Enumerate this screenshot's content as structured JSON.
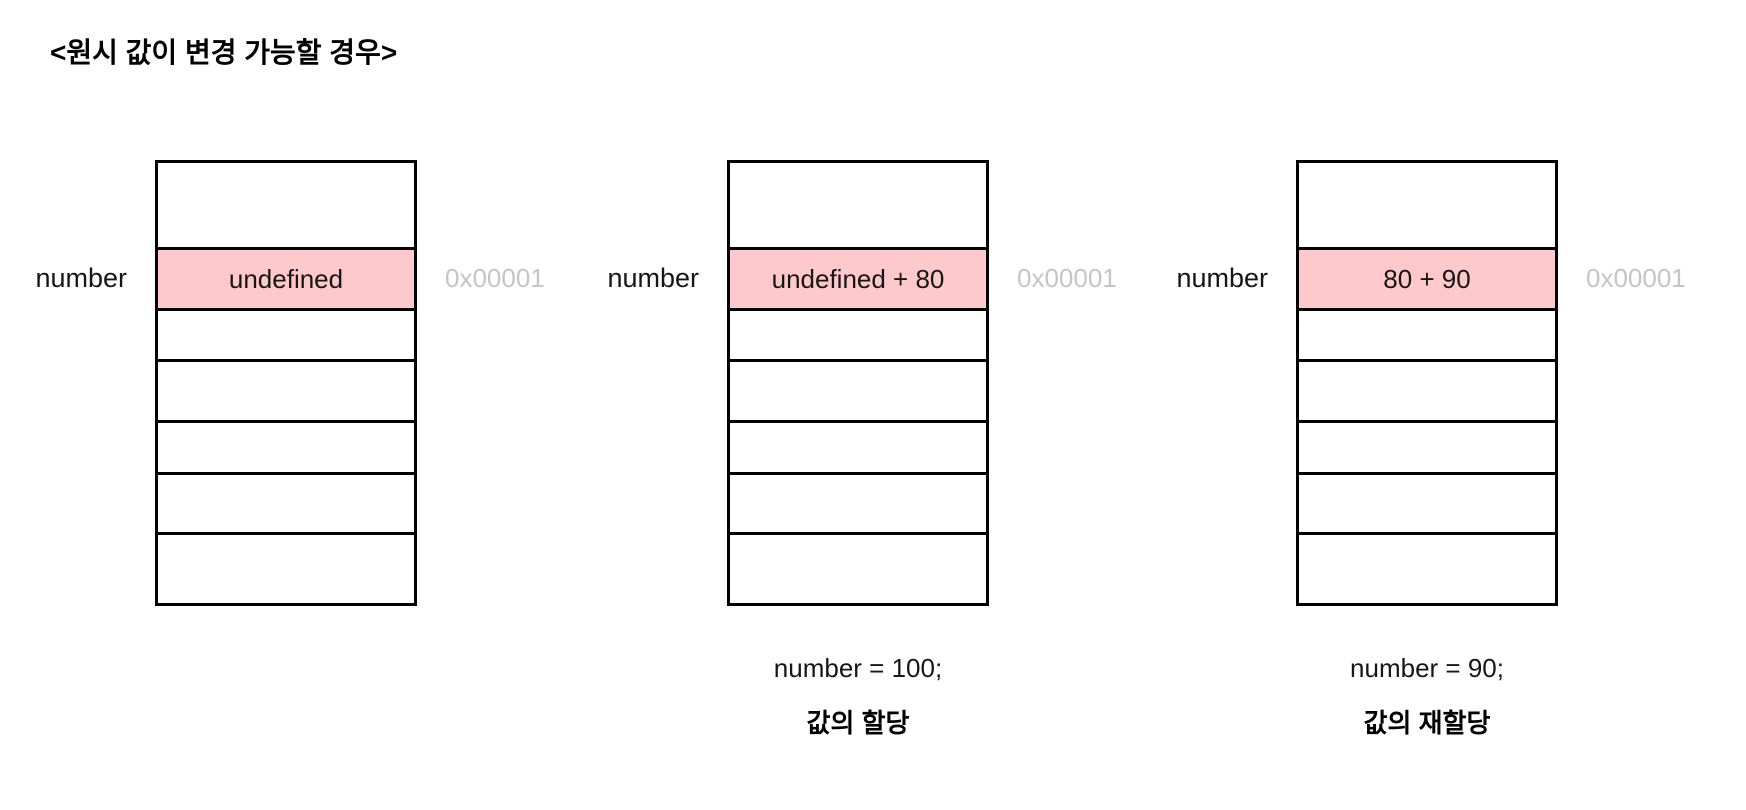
{
  "title": "<원시 값이 변경 가능할 경우>",
  "colors": {
    "highlight_fill": "#ffc9cc",
    "address_text": "#c5c5c5",
    "line": "#000000"
  },
  "memory": {
    "rows_per_stack": 7,
    "highlight_row_index": 1
  },
  "panels": [
    {
      "variable": "number",
      "cell_value": "undefined",
      "address": "0x00001",
      "caption_code": "",
      "caption_title": ""
    },
    {
      "variable": "number",
      "cell_value": "undefined + 80",
      "address": "0x00001",
      "caption_code": "number = 100;",
      "caption_title": "값의 할당"
    },
    {
      "variable": "number",
      "cell_value": "80 + 90",
      "address": "0x00001",
      "caption_code": "number = 90;",
      "caption_title": "값의 재할당"
    }
  ]
}
